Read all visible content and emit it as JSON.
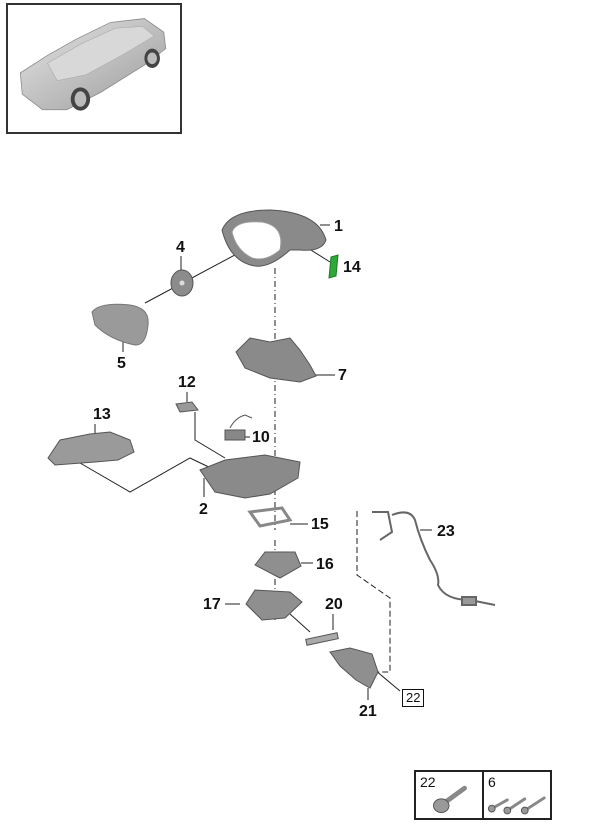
{
  "thumbnail": {
    "label": "vehicle-overview",
    "description": "Porsche Panamera rear three-quarter view"
  },
  "callouts": [
    {
      "id": "1",
      "label": "1",
      "part": "mirror housing cap"
    },
    {
      "id": "14",
      "label": "14",
      "part": "green clip"
    },
    {
      "id": "4",
      "label": "4",
      "part": "mirror glass actuator"
    },
    {
      "id": "5",
      "label": "5",
      "part": "mirror glass"
    },
    {
      "id": "7",
      "label": "7",
      "part": "mirror motor assembly"
    },
    {
      "id": "12",
      "label": "12",
      "part": "bracket"
    },
    {
      "id": "13",
      "label": "13",
      "part": "trim cover"
    },
    {
      "id": "10",
      "label": "10",
      "part": "lamp unit"
    },
    {
      "id": "2",
      "label": "2",
      "part": "mirror base housing"
    },
    {
      "id": "15",
      "label": "15",
      "part": "seal frame"
    },
    {
      "id": "16",
      "label": "16",
      "part": "lower cover"
    },
    {
      "id": "23",
      "label": "23",
      "part": "wiring harness"
    },
    {
      "id": "17",
      "label": "17",
      "part": "lower trim"
    },
    {
      "id": "20",
      "label": "20",
      "part": "puddle light"
    },
    {
      "id": "21",
      "label": "21",
      "part": "mirror mount bracket"
    }
  ],
  "boxed_callouts": [
    {
      "id": "22",
      "label": "22"
    }
  ],
  "legend": [
    {
      "number": "22",
      "item": "bolt with washer",
      "count": 1
    },
    {
      "number": "6",
      "item": "screw",
      "count": 3
    }
  ]
}
